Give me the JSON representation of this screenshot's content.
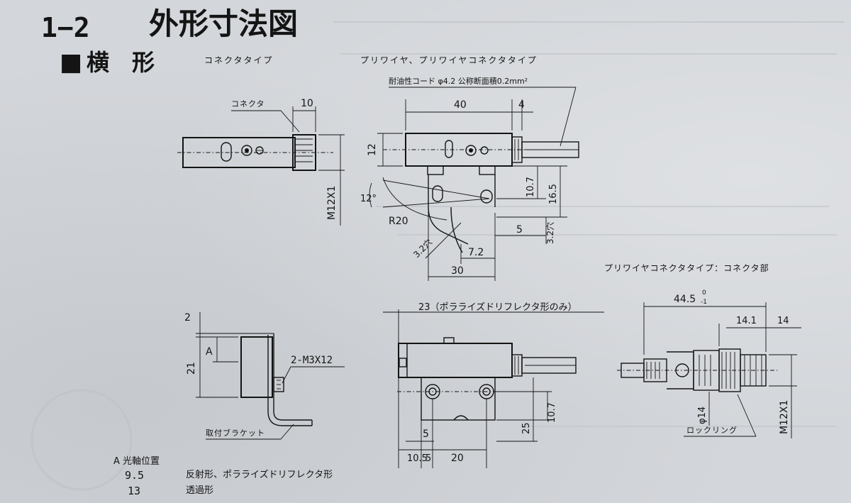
{
  "header": {
    "section_number": "1−2",
    "section_title": "外形寸法図",
    "subsection_mark": "■",
    "subsection_title": "横　形"
  },
  "views": {
    "connector_type_label": "コネクタタイプ",
    "prewire_type_label": "プリワイヤ、プリワイヤコネクタタイプ",
    "connector_detail_label": "プリワイヤコネクタタイプ：コネクタ部"
  },
  "labels": {
    "connector": "コネクタ",
    "cord_spec": "耐油性コード φ4.2 公称断面積0.2mm²",
    "bracket": "取付ブラケット",
    "screw": "2-M3X12",
    "lock_ring": "ロックリング",
    "polarized_note": "23（ポラライズドリフレクタ形のみ）",
    "radius": "R20",
    "thread": "M12X1"
  },
  "dimensions": {
    "d10": "10",
    "d40": "40",
    "d4": "4",
    "d12": "12",
    "d107": "10.7",
    "d165": "16.5",
    "d12deg": "12°",
    "d5": "5",
    "d32hole": "3.2穴",
    "d32": "3.2",
    "d72": "7.2",
    "d30": "30",
    "d2": "2",
    "dA": "A",
    "d21": "21",
    "d25": "25",
    "d105": "10.5",
    "d20": "20",
    "d445": "44.5",
    "d445tol_upper": "0",
    "d445tol_lower": "-1",
    "d141": "14.1",
    "d14": "14",
    "dphi14": "φ14"
  },
  "legend": {
    "heading": "A 光軸位置",
    "rows": [
      {
        "value": "9.5",
        "description": "反射形、ポラライズドリフレクタ形"
      },
      {
        "value": "13",
        "description": "透過形"
      }
    ]
  },
  "colors": {
    "ink": "#141414",
    "paper": "#d3d6da",
    "bleed_text": "#a6a9ad"
  }
}
